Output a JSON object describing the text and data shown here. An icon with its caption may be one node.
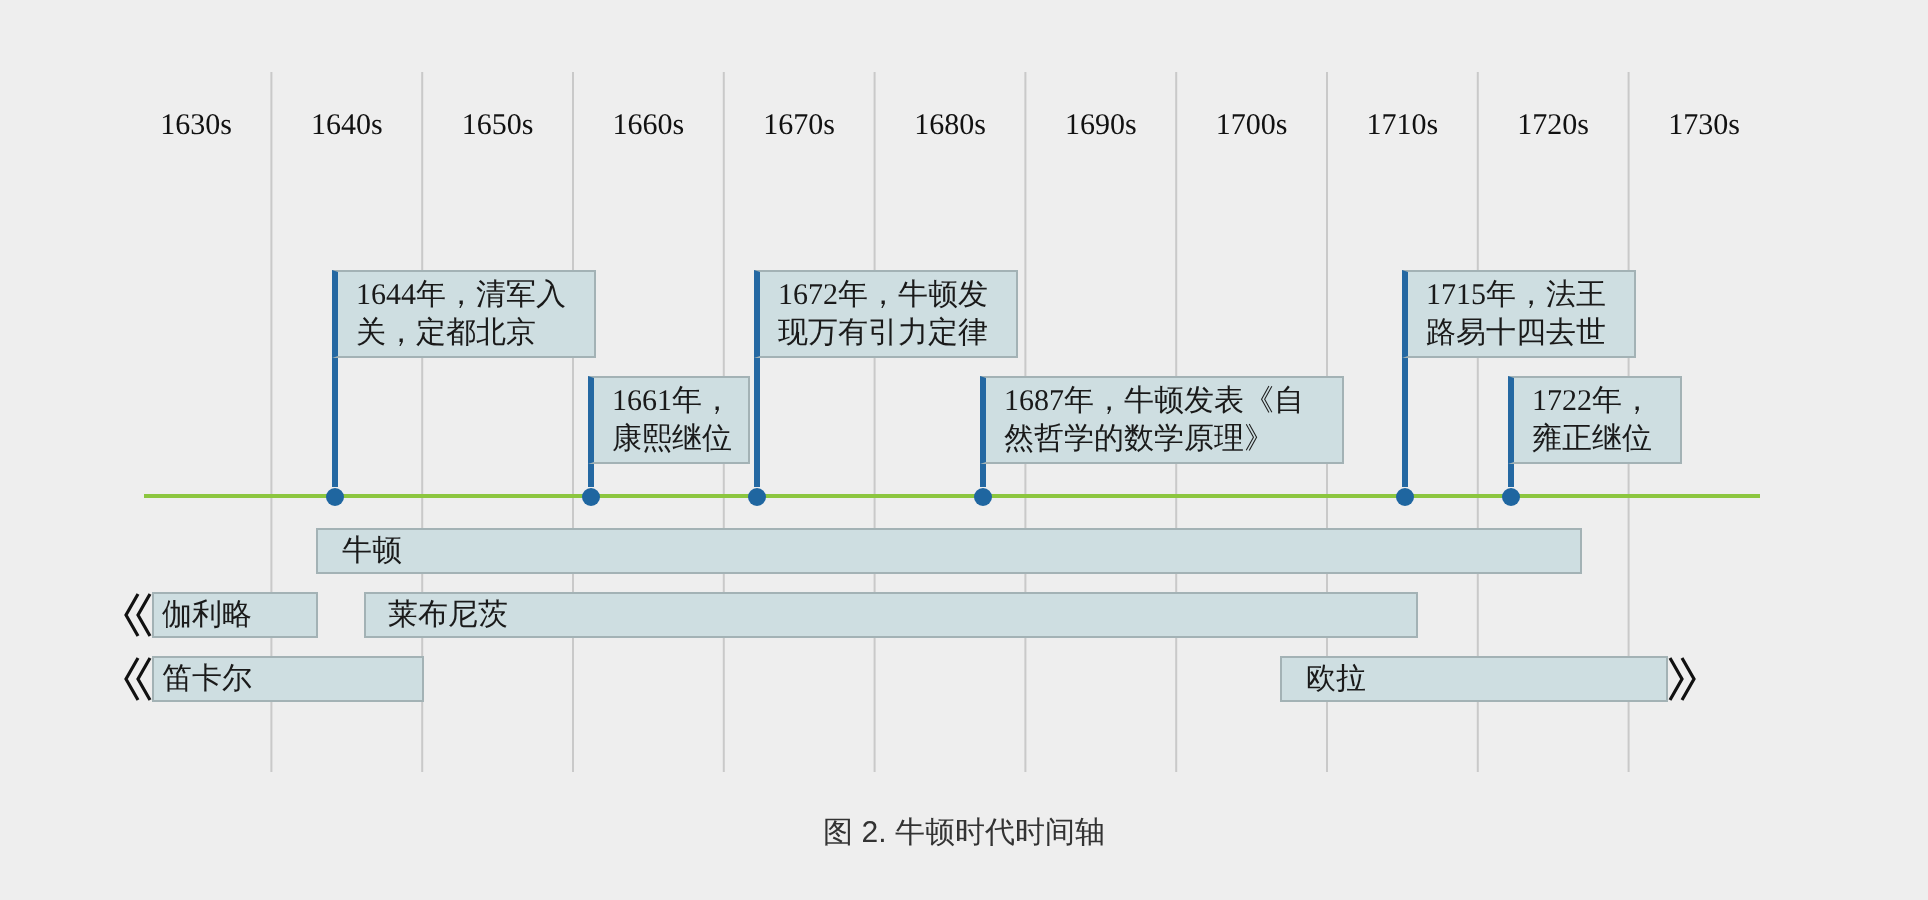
{
  "diagram": {
    "caption": "图 2. 牛顿时代时间轴",
    "nodes": [
      {
        "text": [
          "1644年，清军入关，定都北京"
        ]
      },
      {
        "text": [
          "1661年，康熙继位"
        ]
      },
      {
        "text": [
          "1672年，牛顿发现万有引力定律"
        ]
      },
      {
        "text": [
          "1687年，牛顿发表《自然哲学的数学原理》"
        ]
      },
      {
        "text": [
          "1715年，法王路易十四去世"
        ]
      },
      {
        "text": [
          "1722年，雍正继位"
        ]
      },
      {
        "text": [],
        "shape": "circle"
      },
      {
        "text": [],
        "shape": "circle"
      },
      {
        "text": [],
        "shape": "circle"
      },
      {
        "text": [],
        "shape": "circle"
      },
      {
        "text": [],
        "shape": "circle"
      },
      {
        "text": [],
        "shape": "circle"
      },
      {
        "text": [
          "牛顿"
        ]
      },
      {
        "text": [
          "伽利略"
        ]
      },
      {
        "text": [
          "莱布尼茨"
        ]
      },
      {
        "text": [
          "笛卡尔"
        ]
      },
      {
        "text": [
          "欧拉"
        ]
      }
    ],
    "edges": [
      {
        "from": 0,
        "to": 6,
        "arrow": "none"
      },
      {
        "from": 1,
        "to": 7,
        "arrow": "none"
      },
      {
        "from": 2,
        "to": 8,
        "arrow": "none"
      },
      {
        "from": 3,
        "to": 9,
        "arrow": "none"
      },
      {
        "from": 4,
        "to": 10,
        "arrow": "none"
      },
      {
        "from": 5,
        "to": 11,
        "arrow": "none"
      }
    ],
    "labels": [
      "1630s",
      "1640s",
      "1650s",
      "1660s",
      "1670s",
      "1680s",
      "1690s",
      "1700s",
      "1710s",
      "1720s",
      "1730s"
    ]
  }
}
